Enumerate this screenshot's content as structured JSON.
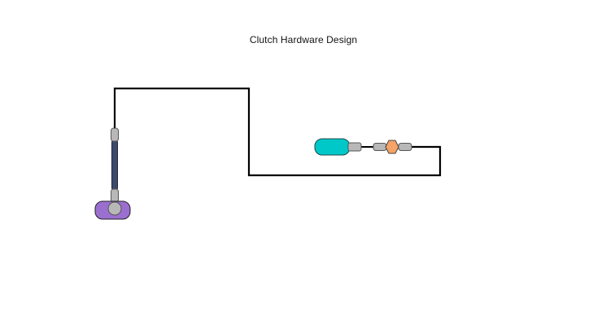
{
  "diagram": {
    "title": "Clutch Hardware Design",
    "colors": {
      "line": "#000000",
      "fitting_fill": "#b8b8b8",
      "fitting_stroke": "#555555",
      "hose_fill": "#3e4a6b",
      "slave_cylinder_fill": "#9b6fd0",
      "master_cylinder_fill": "#00c8c8",
      "hex_nut_fill": "#f5a366"
    },
    "components": [
      {
        "name": "slave-cylinder",
        "color_key": "slave_cylinder_fill"
      },
      {
        "name": "flexible-hose",
        "color_key": "hose_fill"
      },
      {
        "name": "master-cylinder",
        "color_key": "master_cylinder_fill"
      },
      {
        "name": "hex-adapter",
        "color_key": "hex_nut_fill"
      },
      {
        "name": "hard-line",
        "color_key": "line"
      }
    ]
  }
}
